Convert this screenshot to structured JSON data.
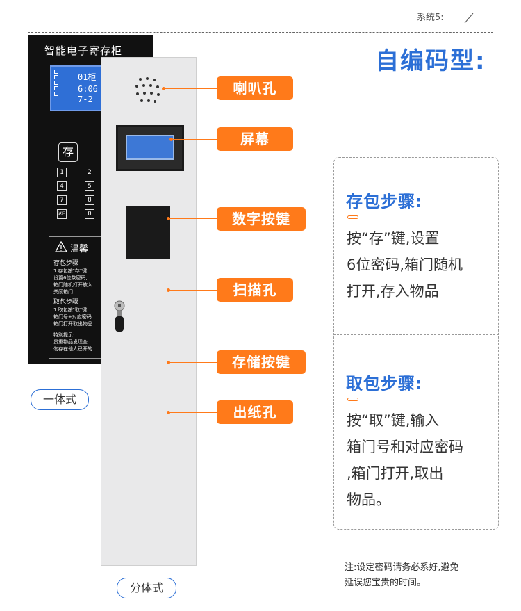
{
  "header": {
    "system_label": "系统5:",
    "main_title": "自编码型:"
  },
  "integrated_panel": {
    "title": "智能电子寄存柜",
    "lcd": [
      "01柜",
      "6:06",
      "7-2"
    ],
    "store_key": "存",
    "keys": [
      "1",
      "2",
      "4",
      "5",
      "7",
      "8",
      "返回",
      "0"
    ],
    "warning_title": "温馨",
    "warning_lines": [
      "存包步骤",
      "1.存包按\"存\"键",
      "设置6位数密码,",
      "箱门随机打开放入",
      "关闭箱门",
      "取包步骤",
      "1.取包按\"取\"键",
      "箱门号+对应密码",
      "箱门打开取出物品",
      "特别提示:",
      "贵重物品发现全",
      "勿存在他人已开的"
    ]
  },
  "callouts": [
    {
      "label": "喇叭孔"
    },
    {
      "label": "屏幕"
    },
    {
      "label": "数字按键"
    },
    {
      "label": "扫描孔"
    },
    {
      "label": "存储按键"
    },
    {
      "label": "出纸孔"
    }
  ],
  "types": {
    "integrated": "一体式",
    "split": "分体式"
  },
  "steps": {
    "store": {
      "title": "存包步骤:",
      "lines": [
        "按“存”键,设置",
        "6位密码,箱门随机",
        "打开,存入物品"
      ]
    },
    "retrieve": {
      "title": "取包步骤:",
      "lines": [
        "按“取”键,输入",
        "箱门号和对应密码",
        ",箱门打开,取出",
        "物品。"
      ]
    }
  },
  "note": {
    "lines": [
      "注:设定密码请务必系好,避免",
      "延误您宝贵的时间。"
    ]
  },
  "colors": {
    "accent_blue": "#2c6fd6",
    "accent_orange": "#ff7a1a",
    "panel_black": "#111111",
    "cabinet_gray": "#e9e9ea"
  }
}
